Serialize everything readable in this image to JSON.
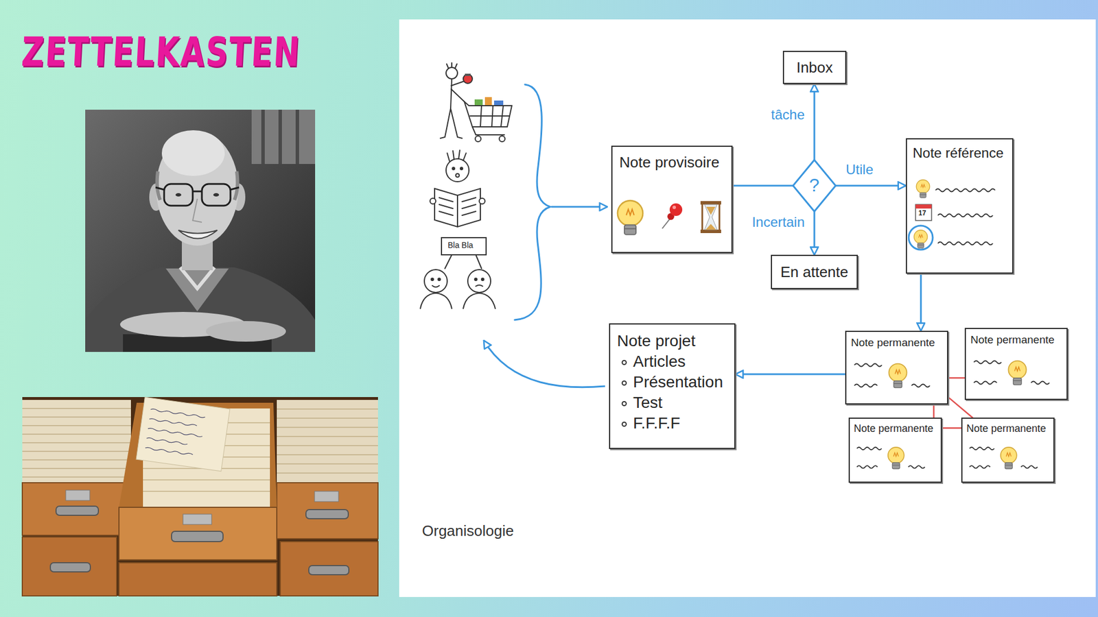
{
  "diagram": {
    "title": "ZETTELKASTEN",
    "nodes": [
      {
        "text": [
          "Note provisoire"
        ]
      },
      {
        "text": [
          "?"
        ]
      },
      {
        "text": [
          "Inbox"
        ]
      },
      {
        "text": [
          "En attente"
        ]
      },
      {
        "text": [
          "Note référence"
        ]
      },
      {
        "text": [
          "Note permanente"
        ]
      },
      {
        "text": [
          "Note permanente"
        ]
      },
      {
        "text": [
          "Note permanente"
        ]
      },
      {
        "text": [
          "Note permanente"
        ]
      },
      {
        "text": [
          "Note projet",
          "Articles",
          "Présentation",
          "Test",
          "F.F.F.F"
        ]
      }
    ],
    "edges": [
      {
        "from": 0,
        "to": 1,
        "arrow": "none"
      },
      {
        "from": 1,
        "to": 2,
        "label": "tâche",
        "arrow": "to"
      },
      {
        "from": 1,
        "to": 4,
        "label": "Utile",
        "arrow": "to"
      },
      {
        "from": 1,
        "to": 3,
        "label": "Incertain",
        "arrow": "to"
      },
      {
        "from": 4,
        "to": 5,
        "arrow": "to"
      },
      {
        "from": 5,
        "to": 9,
        "arrow": "to"
      },
      {
        "from": 5,
        "to": 6,
        "arrow": "none"
      },
      {
        "from": 5,
        "to": 7,
        "arrow": "none"
      },
      {
        "from": 5,
        "to": 8,
        "arrow": "none"
      },
      {
        "from": 7,
        "to": 8,
        "arrow": "none"
      }
    ],
    "labels": [
      "Bla Bla",
      "17",
      "Organisologie"
    ]
  }
}
